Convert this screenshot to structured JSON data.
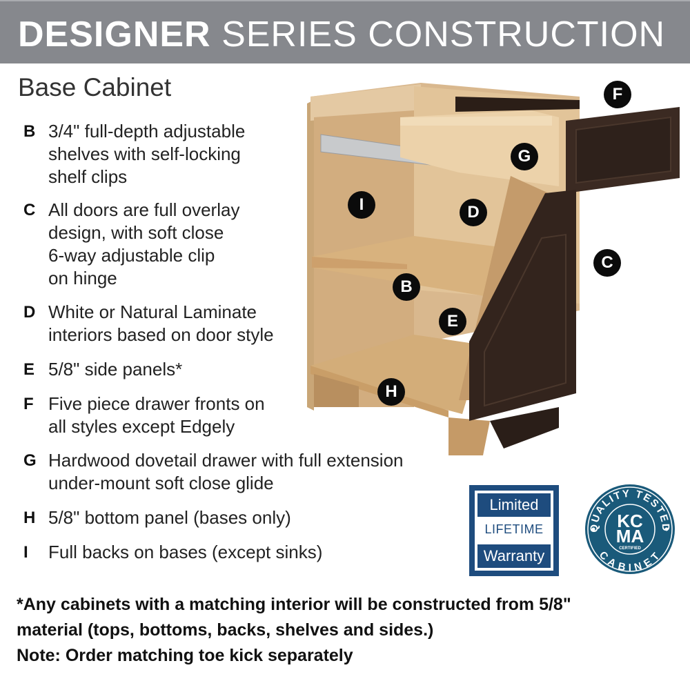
{
  "header": {
    "title_bold": "DESIGNER",
    "title_light": "SERIES CONSTRUCTION"
  },
  "subtitle": "Base Cabinet",
  "features": [
    {
      "letter": "B",
      "text": "3/4\" full-depth adjustable\nshelves with self-locking\nshelf clips"
    },
    {
      "letter": "C",
      "text": "All doors are full overlay\ndesign, with soft close\n6-way adjustable clip\non hinge"
    },
    {
      "letter": "D",
      "text": "White or Natural Laminate\ninteriors based on door style"
    },
    {
      "letter": "E",
      "text": "5/8\" side panels*"
    },
    {
      "letter": "F",
      "text": "Five piece drawer fronts on\nall styles except Edgely"
    },
    {
      "letter": "G",
      "text": "Hardwood dovetail drawer with full extension\nunder-mount soft close glide"
    },
    {
      "letter": "H",
      "text": "5/8\" bottom panel (bases only)"
    },
    {
      "letter": "I",
      "text": "Full backs on bases (except sinks)"
    }
  ],
  "diagram": {
    "markers": [
      {
        "label": "F"
      },
      {
        "label": "G"
      },
      {
        "label": "I"
      },
      {
        "label": "D"
      },
      {
        "label": "C"
      },
      {
        "label": "B"
      },
      {
        "label": "E"
      },
      {
        "label": "H"
      }
    ]
  },
  "badges": {
    "warranty": {
      "line1": "Limited",
      "line2": "LIFETIME",
      "line3": "Warranty",
      "color": "#1e4c7e"
    },
    "kcma": {
      "top_arc": "QUALITY TESTED",
      "bottom_arc": "CABINET",
      "center_line1": "KC",
      "center_line2": "MA",
      "center_sub": "CERTIFIED",
      "tm": "™",
      "color": "#1a5a7a"
    }
  },
  "footnote": "*Any cabinets with a matching interior will be constructed from 5/8\"\n material (tops, bottoms, backs, shelves and sides.)\n Note: Order matching toe kick separately"
}
